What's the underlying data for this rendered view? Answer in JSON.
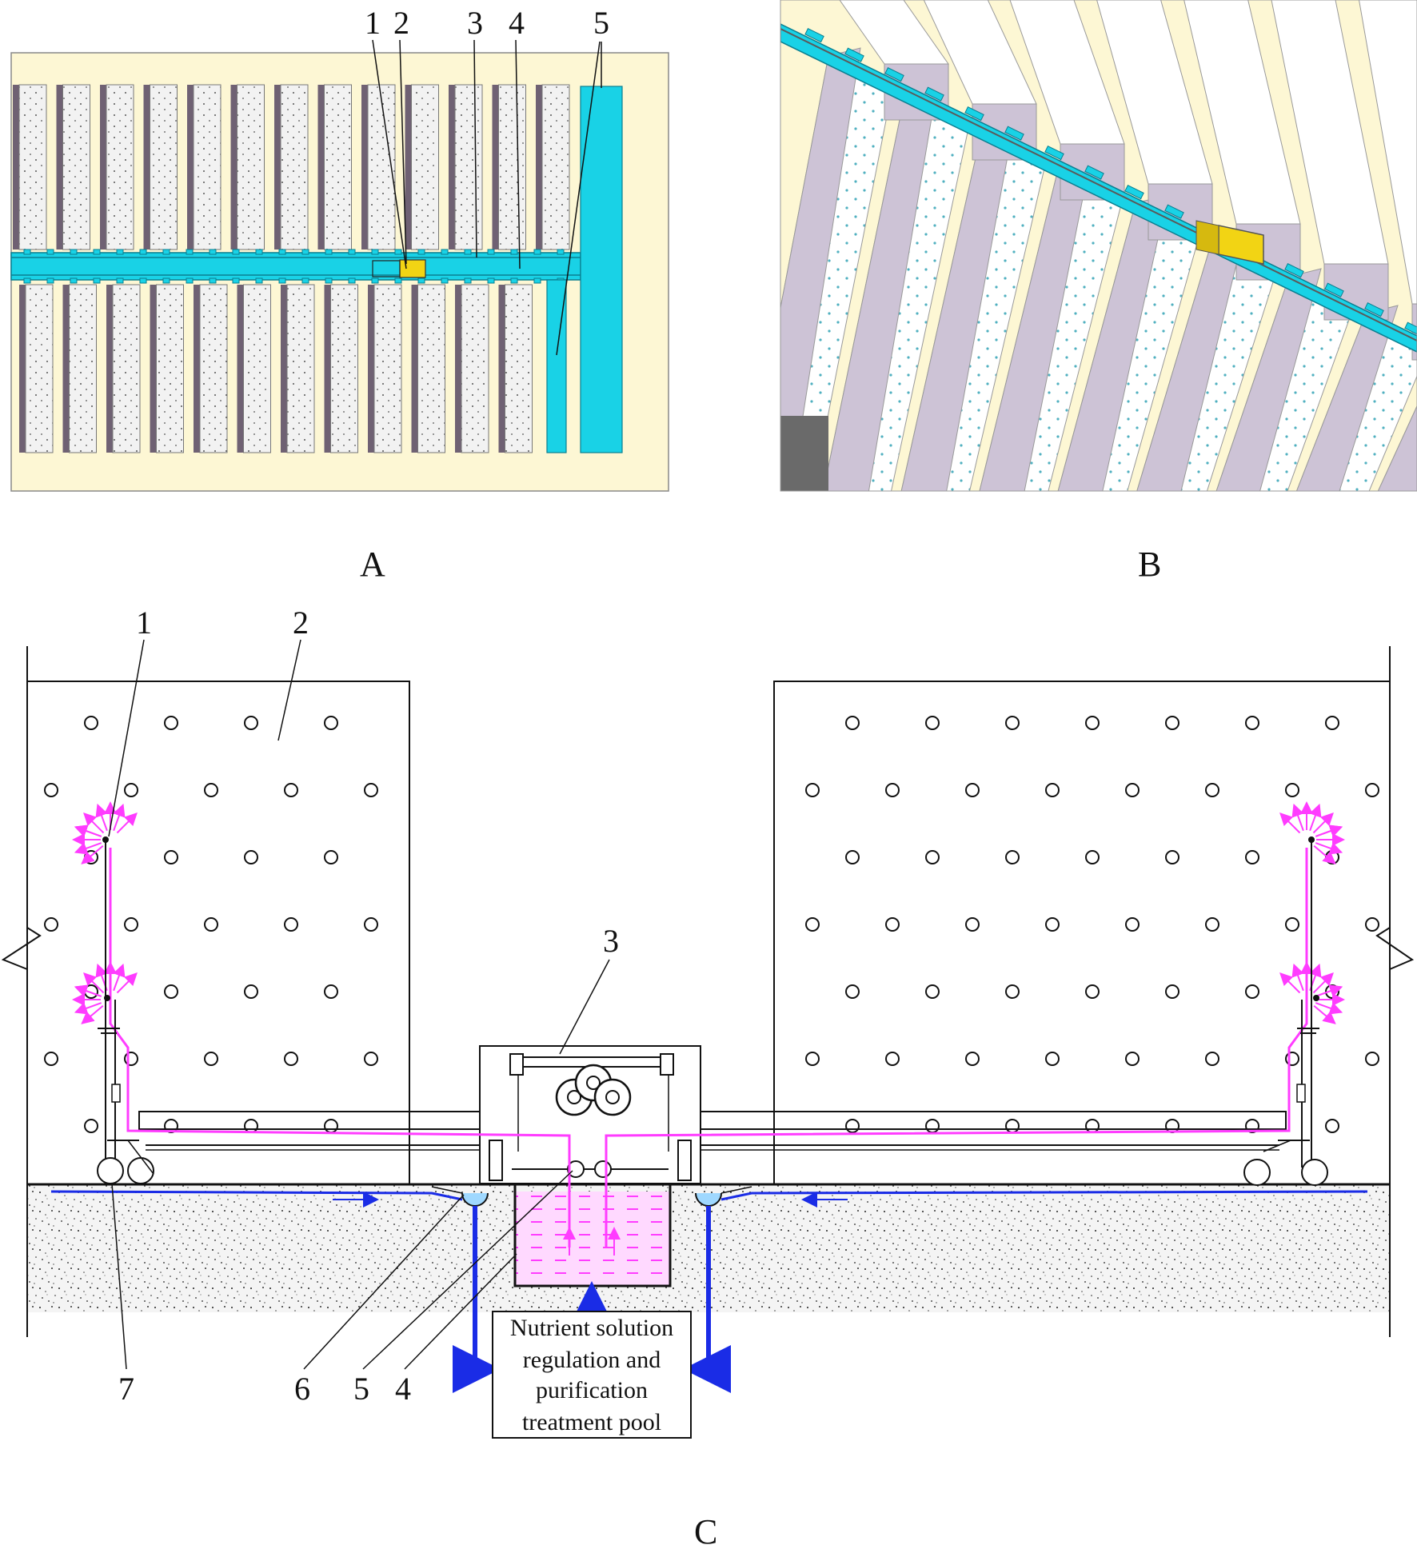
{
  "panels": {
    "a": {
      "label": "A",
      "callouts": [
        "1",
        "2",
        "3",
        "4",
        "5"
      ]
    },
    "b": {
      "label": "B"
    },
    "c": {
      "label": "C",
      "callouts_top": [
        "1",
        "2",
        "3"
      ],
      "callouts_bottom": [
        "7",
        "6",
        "5",
        "4"
      ],
      "pool_lines": [
        "Nutrient solution",
        "regulation and",
        "purification",
        "treatment pool"
      ]
    }
  },
  "colors": {
    "base_yellow": "#fdf7d4",
    "channel_cyan": "#19d2e6",
    "bed_purple": "#cdc3d6",
    "bed_shadow": "#6f6173",
    "nutrient_magenta": "#ff3cff",
    "drain_blue": "#1a2ce6",
    "machine_yellow": "#f2d414",
    "ground_gray": "#ededed"
  },
  "icons": [
    "spray-burst-icon",
    "wheel-icon",
    "flow-arrow-icon",
    "break-line-icon"
  ]
}
